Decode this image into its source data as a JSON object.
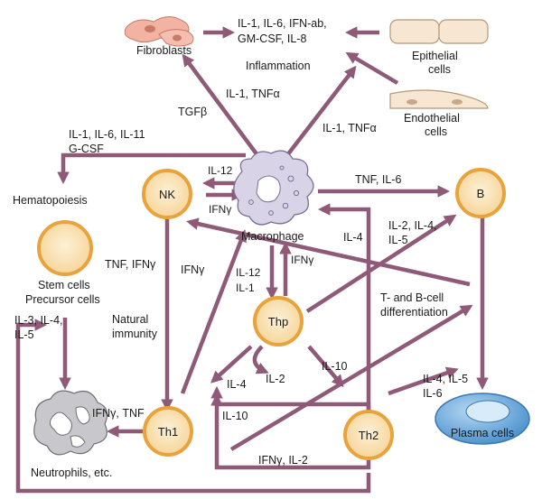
{
  "cells": {
    "fibroblasts": "Fibroblasts",
    "epithelial_line1": "Epithelial",
    "epithelial_line2": "cells",
    "endothelial_line1": "Endothelial",
    "endothelial_line2": "cells",
    "nk": "NK",
    "macrophage": "Macrophage",
    "b": "B",
    "stem_line1": "Stem cells",
    "stem_line2": "Precursor cells",
    "thp": "Thp",
    "th1": "Th1",
    "th2": "Th2",
    "plasma": "Plasma cells",
    "neutrophils": "Neutrophils, etc."
  },
  "processes": {
    "inflammation": "Inflammation",
    "hematopoiesis": "Hematopoiesis",
    "natural_immunity_line1": "Natural",
    "natural_immunity_line2": "immunity",
    "differentiation_line1": "T- and B-cell",
    "differentiation_line2": "differentiation"
  },
  "cytokines": {
    "top_center_line1": "IL-1, IL-6, IFN-ab,",
    "top_center_line2": "GM-CSF, IL-8",
    "tgfb": "TGFβ",
    "il1_tnfa_left": "IL-1, TNFα",
    "il1_tnfa_right": "IL-1, TNFα",
    "hema_line1": "IL-1, IL-6, IL-11",
    "hema_line2": "G-CSF",
    "il12_top": "IL-12",
    "ifng_nk": "IFNγ",
    "tnf_il6": "TNF, IL-6",
    "il4_b": "IL-4",
    "il2_il4_il5_line1": "IL-2, IL-4,",
    "il2_il4_il5_line2": "IL-5",
    "tnf_ifng": "TNF, IFNγ",
    "ifng_th1_mac": "IFNγ",
    "il12_il1_line1": "IL-12",
    "il12_il1_line2": "IL-1",
    "ifng_mac_thp": "IFNγ",
    "il3_line1": "IL-3, IL-4,",
    "il3_line2": "IL-5",
    "il4_thp_th1": "IL-4",
    "il2_thp": "IL-2",
    "il10_th2": "IL-10",
    "il10_th1": "IL-10",
    "ifng_tnf_th1": "IFNγ, TNF",
    "ifng_il2": "IFNγ, IL-2",
    "il4_il5_il6_line1": "IL-4, IL-5",
    "il4_il5_il6_line2": "IL-6"
  },
  "colors": {
    "arrow": "#8e5a78",
    "cell_ring": "#e8a33c",
    "cell_fill": "#fbe3b3",
    "fibroblast": "#f2b3a3",
    "epithelial": "#f6e6d2",
    "macrophage": "#d9d3e8",
    "plasma": "#7fb6e3",
    "neutrophil": "#c8c8cc"
  }
}
